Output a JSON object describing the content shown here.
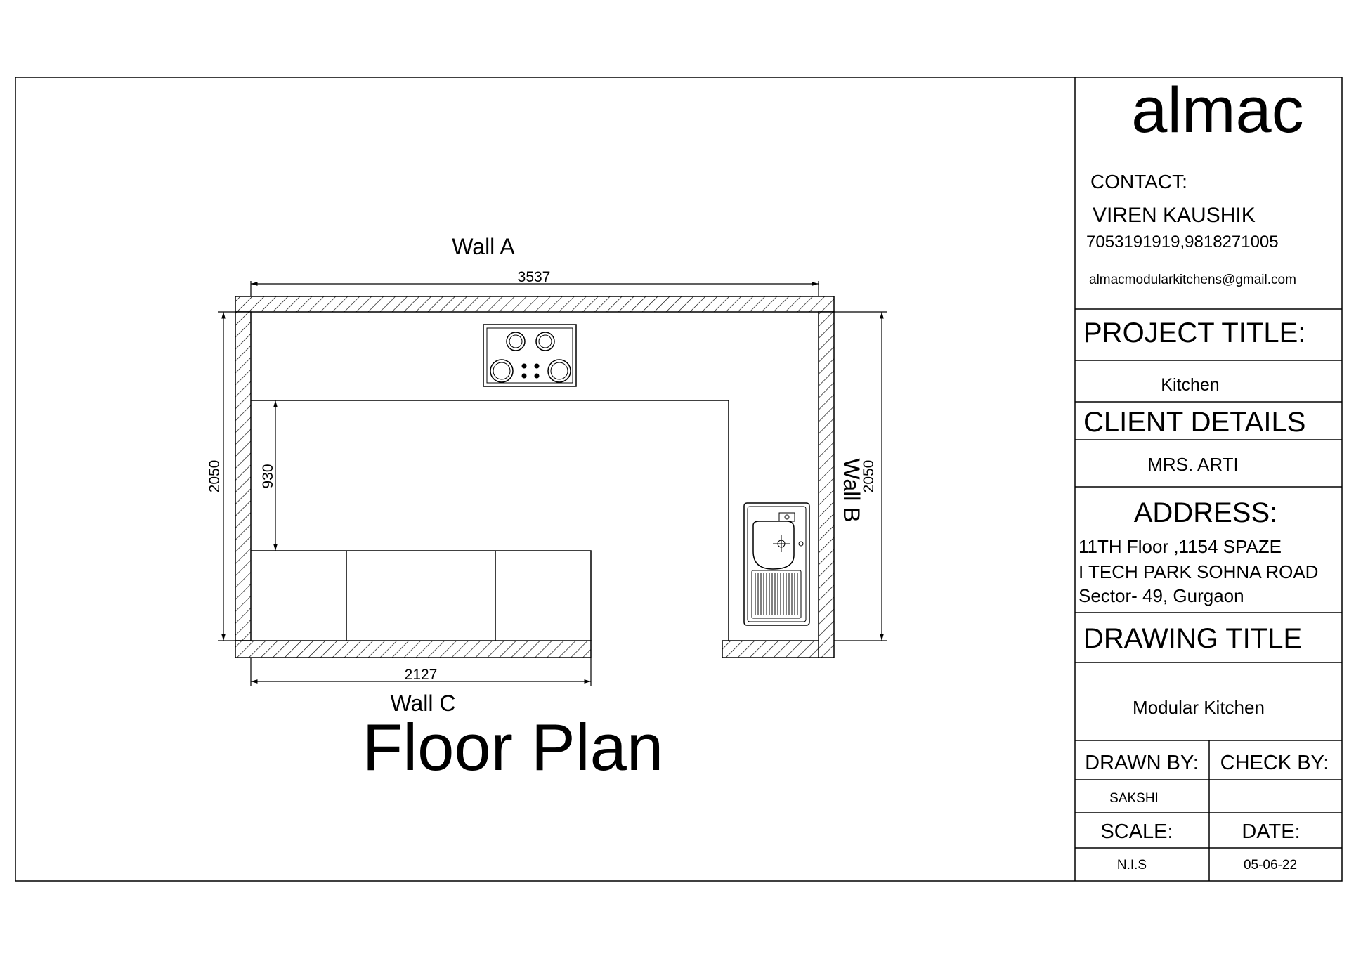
{
  "drawing": {
    "wall_a_label": "Wall A",
    "wall_b_label": "Wall B",
    "wall_c_label": "Wall C",
    "dim_wall_a": "3537",
    "dim_left_height": "2050",
    "dim_right_height": "2050",
    "dim_counter_depth": "930",
    "dim_wall_c": "2127",
    "plan_title": "Floor Plan",
    "colors": {
      "line": "#000000",
      "background": "#ffffff"
    },
    "icons": [
      "hob-icon",
      "sink-icon"
    ]
  },
  "title_block": {
    "brand": "almac",
    "contact_heading": "CONTACT:",
    "contact_name": "VIREN KAUSHIK",
    "contact_phones": "7053191919,9818271005",
    "contact_email": "almacmodularkitchens@gmail.com",
    "project_title_heading": "PROJECT TITLE:",
    "project_title": "Kitchen",
    "client_heading": "CLIENT DETAILS",
    "client_name": "MRS. ARTI",
    "address_heading": "ADDRESS:",
    "address_line1": "11TH Floor ,1154 SPAZE",
    "address_line2": "I TECH PARK SOHNA ROAD",
    "address_line3": "Sector- 49, Gurgaon",
    "drawing_title_heading": "DRAWING TITLE",
    "drawing_title": "Modular Kitchen",
    "drawn_by_heading": "DRAWN BY:",
    "check_by_heading": "CHECK BY:",
    "drawn_by": "SAKSHI",
    "check_by": "",
    "scale_heading": "SCALE:",
    "date_heading": "DATE:",
    "scale": "N.I.S",
    "date": "05-06-22"
  }
}
